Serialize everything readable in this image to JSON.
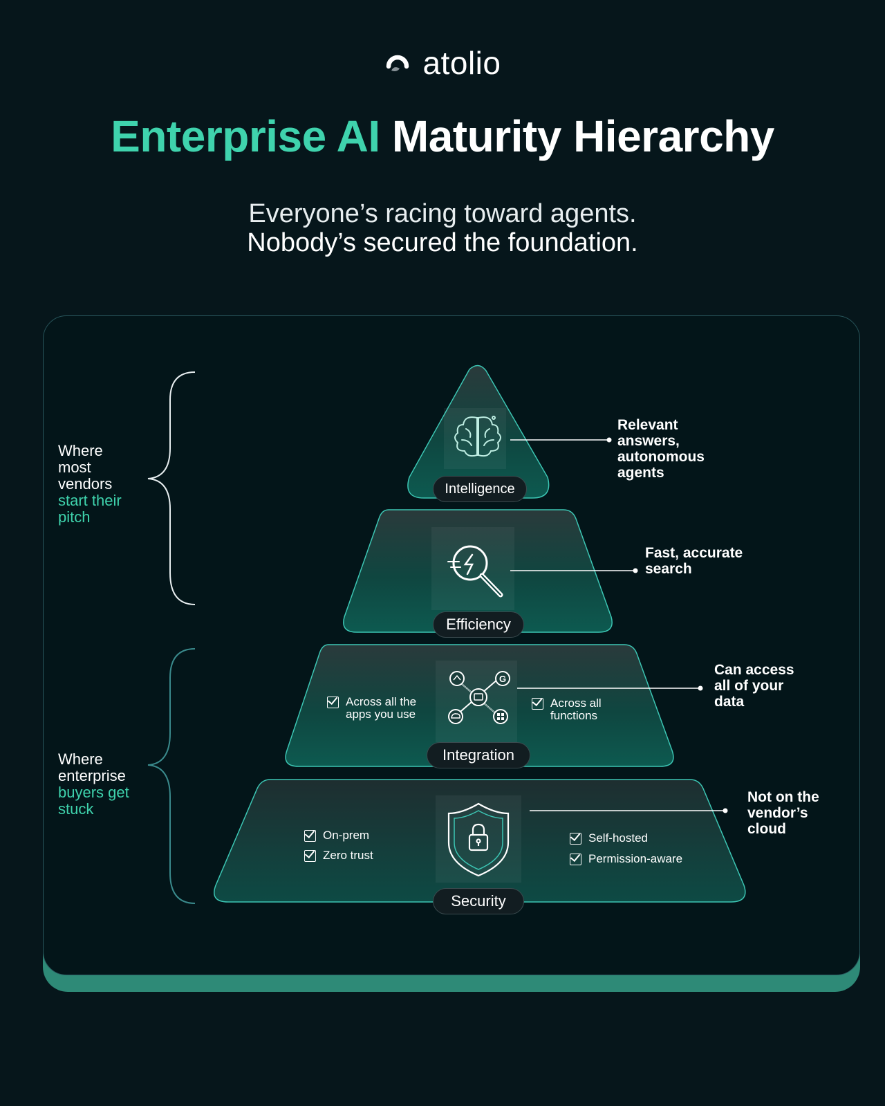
{
  "brand": {
    "name": "atolio"
  },
  "title": {
    "accent": "Enterprise AI",
    "main": "Maturity Hierarchy"
  },
  "subtitle": {
    "line1": "Everyone’s racing toward agents.",
    "line2": "Nobody’s secured the foundation."
  },
  "side_labels": {
    "top": {
      "text": "Where\nmost\nvendors",
      "accent": "start their\npitch"
    },
    "bottom": {
      "text": "Where\nenterprise",
      "accent": "buyers get\nstuck"
    }
  },
  "tiers": [
    {
      "label": "Intelligence",
      "callout": "Relevant\nanswers,\nautonomous\nagents",
      "icon": "brain-icon"
    },
    {
      "label": "Efficiency",
      "callout": "Fast, accurate\nsearch",
      "icon": "search-icon"
    },
    {
      "label": "Integration",
      "callout": "Can access\nall of your\ndata",
      "icon": "network-icon",
      "checks_left": [
        "Across all the\napps you use"
      ],
      "checks_right": [
        "Across all\nfunctions"
      ]
    },
    {
      "label": "Security",
      "callout": "Not on the\nvendor’s\ncloud",
      "icon": "shield-lock-icon",
      "checks_left": [
        "On-prem",
        "Zero trust"
      ],
      "checks_right": [
        "Self-hosted",
        "Permission-aware"
      ]
    }
  ],
  "colors": {
    "accent": "#3fd3ad",
    "background": "#06161b",
    "panel_shadow": "#2e8a77",
    "tier_fill": "#0f4b45",
    "outline": "#3cc6b4"
  }
}
